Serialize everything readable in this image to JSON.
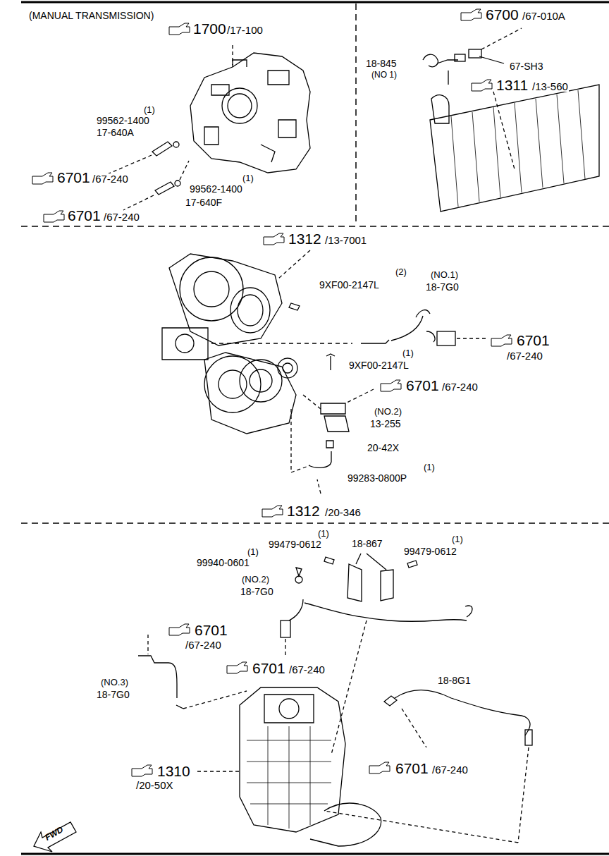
{
  "diagram": {
    "labels": [
      "(MANUAL TRANSMISSION)",
      "1700",
      "/17-100",
      "(1)",
      "99562-1400",
      "17-640A",
      "6701",
      "/67-240",
      "(1)",
      "99562-1400",
      "17-640F",
      "6701",
      "/67-240",
      "6700",
      "/67-010A",
      "18-845",
      "(NO 1)",
      "67-SH3",
      "1311",
      "/13-560",
      "1312",
      "/13-7001",
      "(2)",
      "9XF00-2147L",
      "(NO.1)",
      "18-7G0",
      "6701",
      "/67-240",
      "(1)",
      "9XF00-2147L",
      "6701",
      "/67-240",
      "(NO.2)",
      "13-255",
      "20-42X",
      "(1)",
      "99283-0800P",
      "1312",
      "/20-346",
      "(1)",
      "99479-0612",
      "18-867",
      "(1)",
      "99479-0612",
      "(1)",
      "99940-0601",
      "(NO.2)",
      "18-7G0",
      "6701",
      "/67-240",
      "6701",
      "/67-240",
      "(NO.3)",
      "18-7G0",
      "18-8G1",
      "1310",
      "/20-50X",
      "6701",
      "/67-240",
      "FWD"
    ]
  }
}
